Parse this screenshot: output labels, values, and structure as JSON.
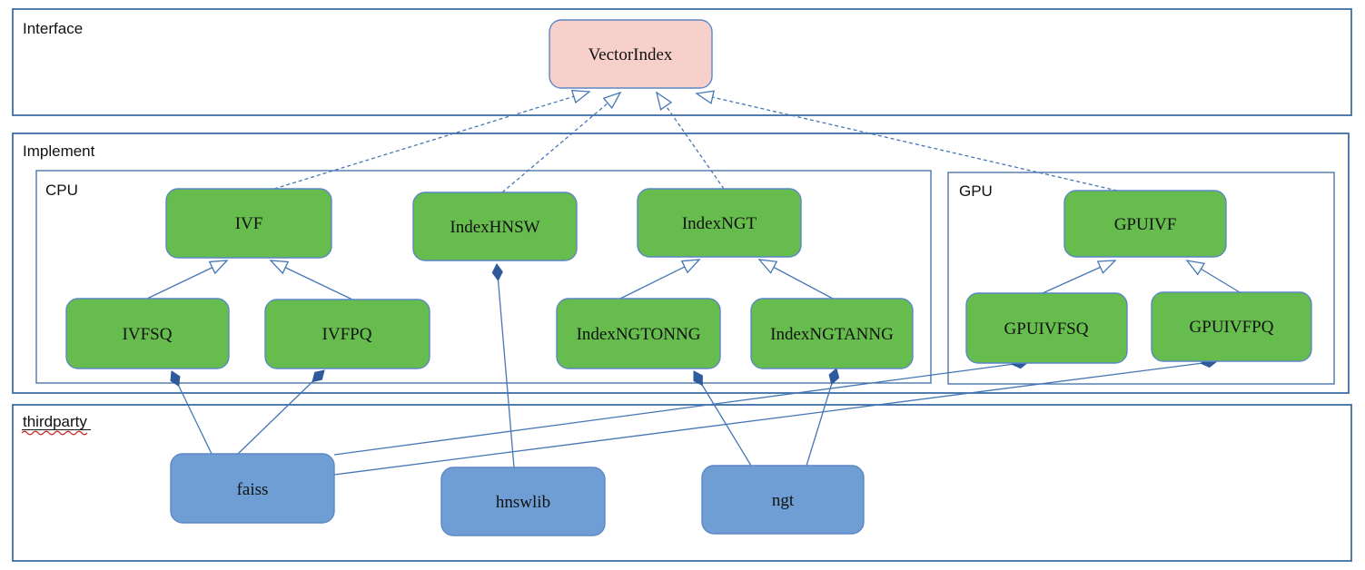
{
  "diagram": {
    "containers": {
      "interface": {
        "label": "Interface"
      },
      "implement": {
        "label": "Implement"
      },
      "cpu": {
        "label": "CPU"
      },
      "gpu": {
        "label": "GPU"
      },
      "thirdparty": {
        "label": "thirdparty"
      }
    },
    "nodes": {
      "vectorindex": {
        "label": "VectorIndex",
        "type": "interface"
      },
      "ivf": {
        "label": "IVF",
        "type": "implementation"
      },
      "indexhnsw": {
        "label": "IndexHNSW",
        "type": "implementation"
      },
      "indexngt": {
        "label": "IndexNGT",
        "type": "implementation"
      },
      "gpuivf": {
        "label": "GPUIVF",
        "type": "implementation"
      },
      "ivfsq": {
        "label": "IVFSQ",
        "type": "implementation"
      },
      "ivfpq": {
        "label": "IVFPQ",
        "type": "implementation"
      },
      "indexngtonng": {
        "label": "IndexNGTONNG",
        "type": "implementation"
      },
      "indexngtanng": {
        "label": "IndexNGTANNG",
        "type": "implementation"
      },
      "gpuivfsq": {
        "label": "GPUIVFSQ",
        "type": "implementation"
      },
      "gpuivfpq": {
        "label": "GPUIVFPQ",
        "type": "implementation"
      },
      "faiss": {
        "label": "faiss",
        "type": "thirdparty"
      },
      "hnswlib": {
        "label": "hnswlib",
        "type": "thirdparty"
      },
      "ngt": {
        "label": "ngt",
        "type": "thirdparty"
      }
    },
    "relations": {
      "realizes_dashed_arrows": [
        {
          "from": "IVF",
          "to": "VectorIndex"
        },
        {
          "from": "IndexHNSW",
          "to": "VectorIndex"
        },
        {
          "from": "IndexNGT",
          "to": "VectorIndex"
        },
        {
          "from": "GPUIVF",
          "to": "VectorIndex"
        }
      ],
      "inherits_solid_arrows": [
        {
          "from": "IVFSQ",
          "to": "IVF"
        },
        {
          "from": "IVFPQ",
          "to": "IVF"
        },
        {
          "from": "IndexNGTONNG",
          "to": "IndexNGT"
        },
        {
          "from": "IndexNGTANNG",
          "to": "IndexNGT"
        },
        {
          "from": "GPUIVFSQ",
          "to": "GPUIVF"
        },
        {
          "from": "GPUIVFPQ",
          "to": "GPUIVF"
        }
      ],
      "composition_diamond_links": [
        {
          "component": "faiss",
          "into": "IVFSQ"
        },
        {
          "component": "faiss",
          "into": "IVFPQ"
        },
        {
          "component": "faiss",
          "into": "GPUIVFSQ"
        },
        {
          "component": "faiss",
          "into": "GPUIVFPQ"
        },
        {
          "component": "hnswlib",
          "into": "IndexHNSW"
        },
        {
          "component": "ngt",
          "into": "IndexNGTONNG"
        },
        {
          "component": "ngt",
          "into": "IndexNGTANNG"
        }
      ]
    },
    "colors": {
      "implementation_fill": "#66bd4e",
      "interface_fill": "#f8d0cb",
      "thirdparty_fill": "#6f9ed4",
      "node_stroke": "#5b87c5",
      "container_stroke": "#3c6ea5",
      "connector": "#4576b5",
      "diamond": "#2f5b9d",
      "spellcheck_underline": "#cc1f1f"
    }
  }
}
